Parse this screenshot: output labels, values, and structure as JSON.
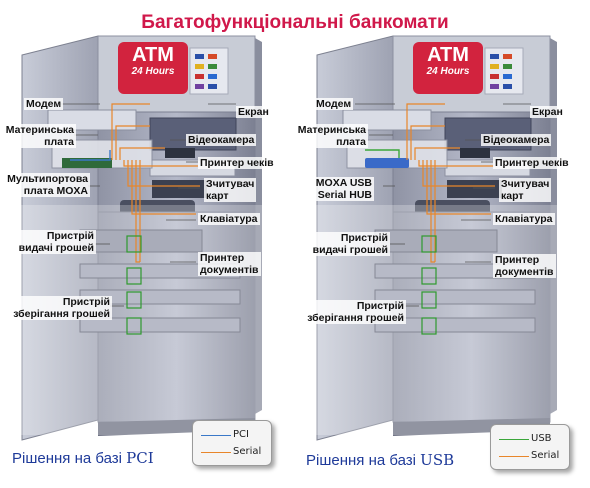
{
  "title": "Багатофункціональні банкомати",
  "colors": {
    "title": "#d0184a",
    "caption": "#1e3a99",
    "pci": "#3a78c8",
    "usb": "#3aa63a",
    "serial": "#e8862a",
    "atm_sign": "#d2233e"
  },
  "atm_sign": {
    "brand": "ATM",
    "hours": "24 Hours"
  },
  "left": {
    "labels": {
      "modem": "Модем",
      "motherboard_1": "Материнська",
      "motherboard_2": "плата",
      "board_1": "Мультипортова",
      "board_2": "плата MOXA",
      "dispenser_1": "Пристрій",
      "dispenser_2": "видачі грошей",
      "storage_1": "Пристрій",
      "storage_2": "зберігання грошей",
      "screen": "Екран",
      "camera": "Відеокамера",
      "receipt_printer": "Принтер чеків",
      "card_reader_1": "Зчитувач",
      "card_reader_2": "карт",
      "keyboard": "Клавіатура",
      "doc_printer_1": "Принтер",
      "doc_printer_2": "документів"
    },
    "caption": {
      "prefix": "Рішення на базі ",
      "tech": "PCI"
    },
    "legend": [
      {
        "name": "PCI",
        "color": "#3a78c8"
      },
      {
        "name": "Serial",
        "color": "#e8862a"
      }
    ]
  },
  "right": {
    "labels": {
      "modem": "Модем",
      "motherboard_1": "Материнська",
      "motherboard_2": "плата",
      "board_1": "MOXA USB",
      "board_2": "Serial HUB",
      "dispenser_1": "Пристрій",
      "dispenser_2": "видачі грошей",
      "storage_1": "Пристрій",
      "storage_2": "зберігання грошей",
      "screen": "Екран",
      "camera": "Відеокамера",
      "receipt_printer": "Принтер чеків",
      "card_reader_1": "Зчитувач",
      "card_reader_2": "карт",
      "keyboard": "Клавіатура",
      "doc_printer_1": "Принтер",
      "doc_printer_2": "документів"
    },
    "caption": {
      "prefix": "Рішення на базі ",
      "tech": "USB"
    },
    "legend": [
      {
        "name": "USB",
        "color": "#3aa63a"
      },
      {
        "name": "Serial",
        "color": "#e8862a"
      }
    ]
  }
}
